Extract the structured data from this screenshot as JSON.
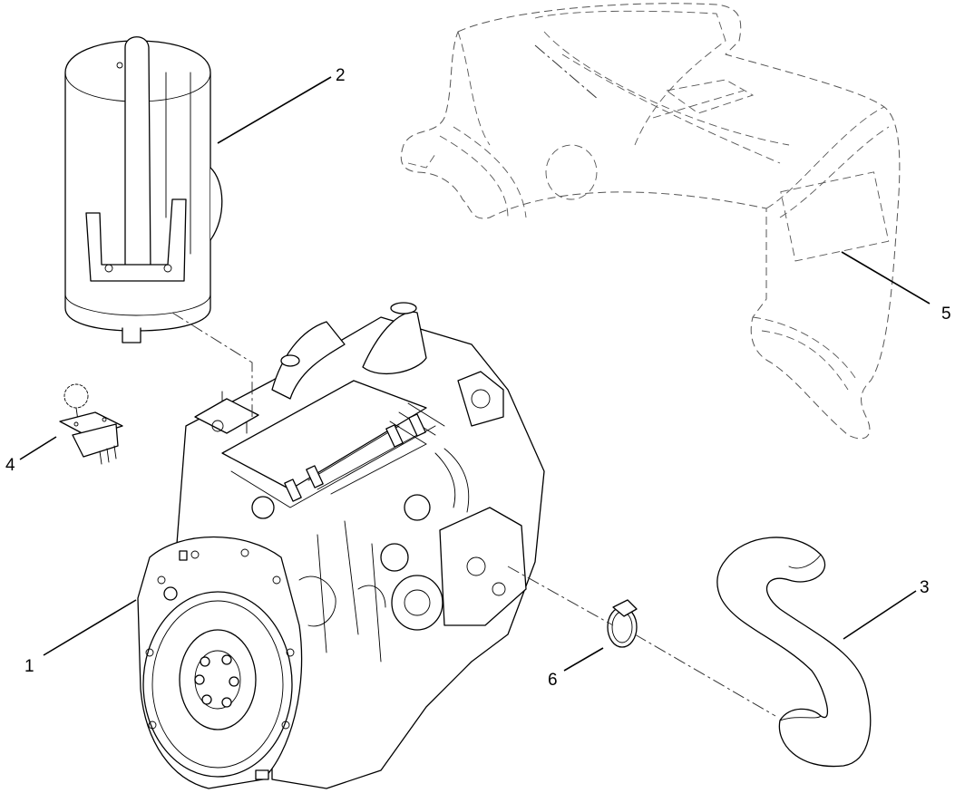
{
  "callouts": [
    {
      "id": "engine",
      "label": "1"
    },
    {
      "id": "muffler",
      "label": "2"
    },
    {
      "id": "hose",
      "label": "3"
    },
    {
      "id": "switch",
      "label": "4"
    },
    {
      "id": "hood",
      "label": "5"
    },
    {
      "id": "clamp",
      "label": "6"
    }
  ]
}
